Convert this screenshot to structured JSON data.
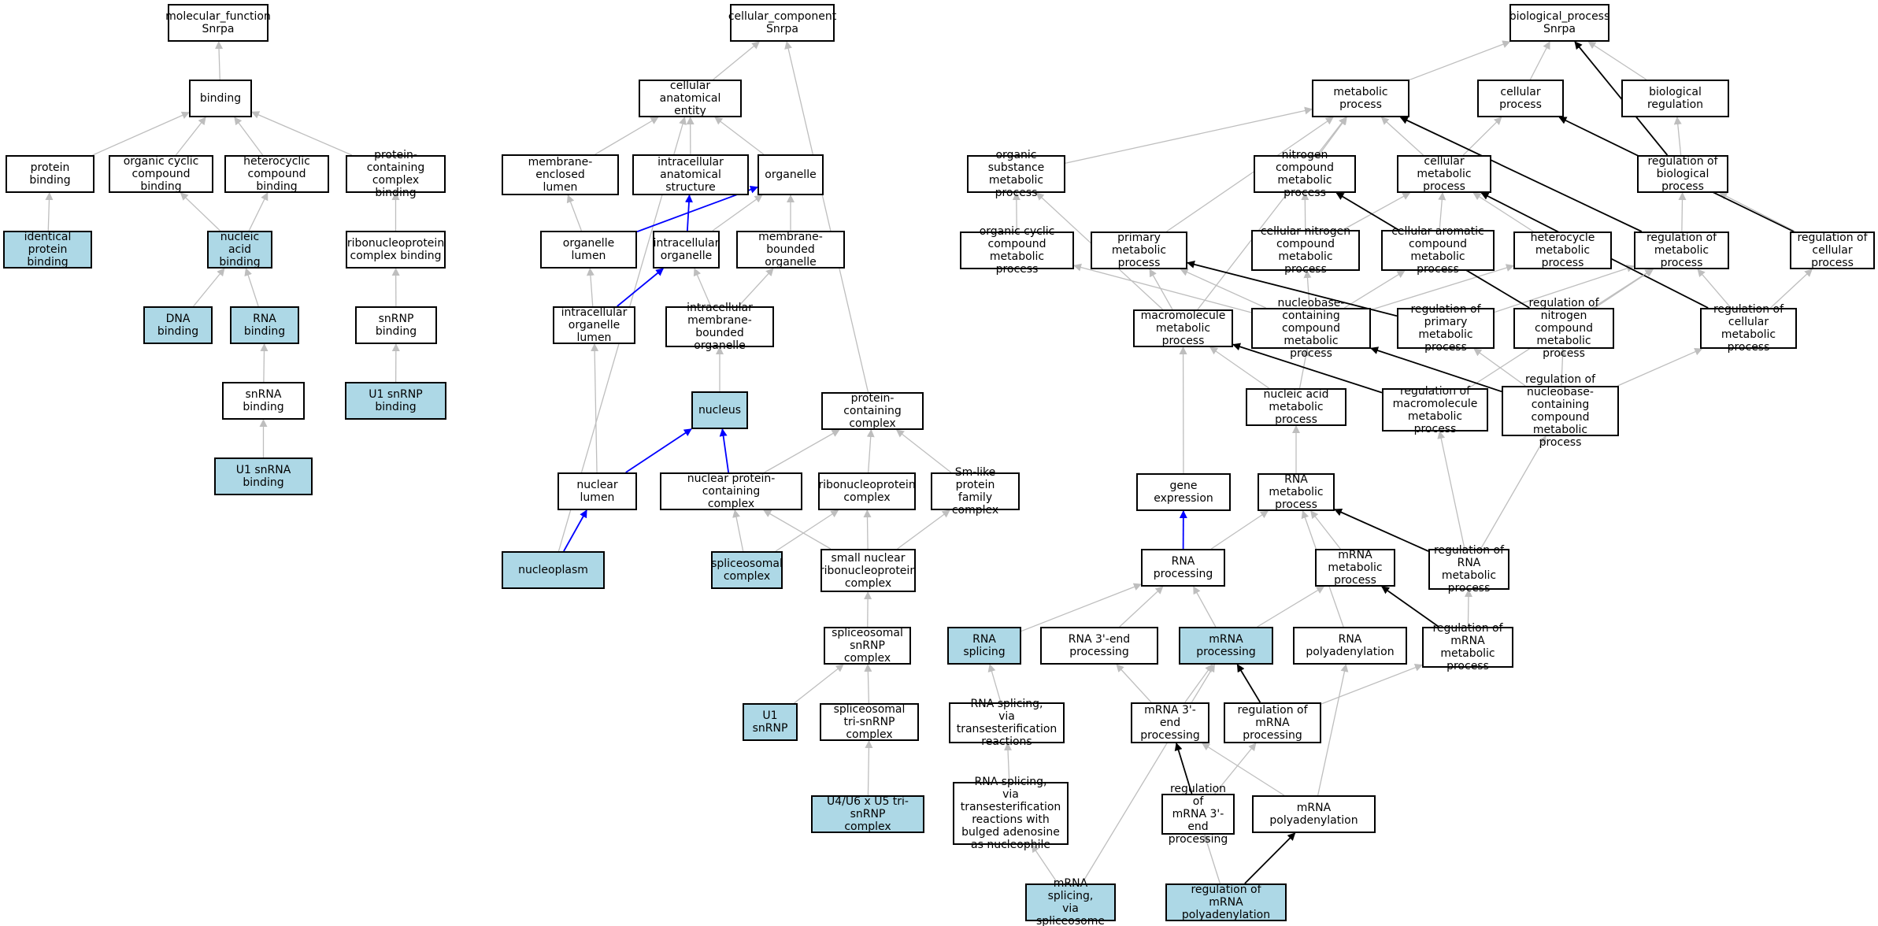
{
  "colors": {
    "highlight": "#add8e6",
    "edge_default": "#bebebe",
    "edge_part_of": "#0000ff",
    "edge_regulates": "#000000"
  },
  "nodes": [
    {
      "id": "mf",
      "label": "molecular_function\nSnrpa",
      "hl": false
    },
    {
      "id": "binding",
      "label": "binding",
      "hl": false
    },
    {
      "id": "protbind",
      "label": "protein binding",
      "hl": false
    },
    {
      "id": "orgcyc",
      "label": "organic cyclic\ncompound binding",
      "hl": false
    },
    {
      "id": "hetcyc",
      "label": "heterocyclic\ncompound binding",
      "hl": false
    },
    {
      "id": "pcbind",
      "label": "protein-containing\ncomplex binding",
      "hl": false
    },
    {
      "id": "identbind",
      "label": "identical protein\nbinding",
      "hl": true
    },
    {
      "id": "nabind",
      "label": "nucleic acid\nbinding",
      "hl": true
    },
    {
      "id": "rnpbind",
      "label": "ribonucleoprotein\ncomplex binding",
      "hl": false
    },
    {
      "id": "dnabind",
      "label": "DNA binding",
      "hl": true
    },
    {
      "id": "rnabind",
      "label": "RNA binding",
      "hl": true
    },
    {
      "id": "snrnpbind",
      "label": "snRNP binding",
      "hl": false
    },
    {
      "id": "snrnabind",
      "label": "snRNA binding",
      "hl": false
    },
    {
      "id": "u1snrnpbind",
      "label": "U1 snRNP binding",
      "hl": true
    },
    {
      "id": "u1snrnabind",
      "label": "U1 snRNA binding",
      "hl": true
    },
    {
      "id": "cc",
      "label": "cellular_component\nSnrpa",
      "hl": false
    },
    {
      "id": "cae",
      "label": "cellular anatomical\nentity",
      "hl": false
    },
    {
      "id": "memenc",
      "label": "membrane-enclosed\nlumen",
      "hl": false
    },
    {
      "id": "intraanat",
      "label": "intracellular\nanatomical structure",
      "hl": false
    },
    {
      "id": "organelle",
      "label": "organelle",
      "hl": false
    },
    {
      "id": "orglumen",
      "label": "organelle lumen",
      "hl": false
    },
    {
      "id": "intraorg",
      "label": "intracellular\norganelle",
      "hl": false
    },
    {
      "id": "membound",
      "label": "membrane-bounded\norganelle",
      "hl": false
    },
    {
      "id": "intraorglumen",
      "label": "intracellular\norganelle lumen",
      "hl": false
    },
    {
      "id": "intramembound",
      "label": "intracellular\nmembrane-bounded\norganelle",
      "hl": false
    },
    {
      "id": "nucleus",
      "label": "nucleus",
      "hl": true
    },
    {
      "id": "pcc",
      "label": "protein-containing\ncomplex",
      "hl": false
    },
    {
      "id": "nuclumen",
      "label": "nuclear lumen",
      "hl": false
    },
    {
      "id": "nucpcc",
      "label": "nuclear protein-containing\ncomplex",
      "hl": false
    },
    {
      "id": "rnpc",
      "label": "ribonucleoprotein\ncomplex",
      "hl": false
    },
    {
      "id": "smlike",
      "label": "Sm-like protein\nfamily complex",
      "hl": false
    },
    {
      "id": "nucleoplasm",
      "label": "nucleoplasm",
      "hl": true
    },
    {
      "id": "spliceosomal",
      "label": "spliceosomal\ncomplex",
      "hl": true
    },
    {
      "id": "snrnp",
      "label": "small nuclear\nribonucleoprotein\ncomplex",
      "hl": false
    },
    {
      "id": "spsnrnp",
      "label": "spliceosomal\nsnRNP complex",
      "hl": false
    },
    {
      "id": "u1snrnp",
      "label": "U1 snRNP",
      "hl": true
    },
    {
      "id": "trisnrnp",
      "label": "spliceosomal\ntri-snRNP complex",
      "hl": false
    },
    {
      "id": "u4u6",
      "label": "U4/U6 x U5 tri-snRNP\ncomplex",
      "hl": true
    },
    {
      "id": "bp",
      "label": "biological_process\nSnrpa",
      "hl": false
    },
    {
      "id": "metproc",
      "label": "metabolic process",
      "hl": false
    },
    {
      "id": "cellproc",
      "label": "cellular process",
      "hl": false
    },
    {
      "id": "bioreg",
      "label": "biological regulation",
      "hl": false
    },
    {
      "id": "orgsub",
      "label": "organic substance\nmetabolic process",
      "hl": false
    },
    {
      "id": "nitro",
      "label": "nitrogen compound\nmetabolic process",
      "hl": false
    },
    {
      "id": "cellmet",
      "label": "cellular metabolic\nprocess",
      "hl": false
    },
    {
      "id": "regbio",
      "label": "regulation of\nbiological process",
      "hl": false
    },
    {
      "id": "orgcycmet",
      "label": "organic cyclic\ncompound metabolic\nprocess",
      "hl": false
    },
    {
      "id": "primet",
      "label": "primary metabolic\nprocess",
      "hl": false
    },
    {
      "id": "cellnitro",
      "label": "cellular nitrogen\ncompound metabolic\nprocess",
      "hl": false
    },
    {
      "id": "cellarom",
      "label": "cellular aromatic\ncompound metabolic\nprocess",
      "hl": false
    },
    {
      "id": "hetmet",
      "label": "heterocycle\nmetabolic process",
      "hl": false
    },
    {
      "id": "regmet",
      "label": "regulation of\nmetabolic process",
      "hl": false
    },
    {
      "id": "regcell",
      "label": "regulation of\ncellular process",
      "hl": false
    },
    {
      "id": "macromet",
      "label": "macromolecule\nmetabolic process",
      "hl": false
    },
    {
      "id": "nucbase",
      "label": "nucleobase-containing\ncompound metabolic\nprocess",
      "hl": false
    },
    {
      "id": "regprim",
      "label": "regulation of\nprimary metabolic\nprocess",
      "hl": false
    },
    {
      "id": "regnitro",
      "label": "regulation of\nnitrogen compound\nmetabolic process",
      "hl": false
    },
    {
      "id": "regcellmet",
      "label": "regulation of\ncellular metabolic\nprocess",
      "hl": false
    },
    {
      "id": "nucacid",
      "label": "nucleic acid\nmetabolic process",
      "hl": false
    },
    {
      "id": "regmacro",
      "label": "regulation of\nmacromolecule\nmetabolic process",
      "hl": false
    },
    {
      "id": "regnucbase",
      "label": "regulation of\nnucleobase-containing\ncompound metabolic\nprocess",
      "hl": false
    },
    {
      "id": "geneexp",
      "label": "gene expression",
      "hl": false
    },
    {
      "id": "rnamet",
      "label": "RNA metabolic\nprocess",
      "hl": false
    },
    {
      "id": "rnaproc",
      "label": "RNA processing",
      "hl": false
    },
    {
      "id": "mrnamet",
      "label": "mRNA metabolic\nprocess",
      "hl": false
    },
    {
      "id": "regrnamet",
      "label": "regulation of\nRNA metabolic\nprocess",
      "hl": false
    },
    {
      "id": "rnasplice",
      "label": "RNA splicing",
      "hl": true
    },
    {
      "id": "rna3",
      "label": "RNA 3'-end processing",
      "hl": false
    },
    {
      "id": "mrnaproc",
      "label": "mRNA processing",
      "hl": true
    },
    {
      "id": "rnapolya",
      "label": "RNA polyadenylation",
      "hl": false
    },
    {
      "id": "regmrnamet",
      "label": "regulation of\nmRNA metabolic\nprocess",
      "hl": false
    },
    {
      "id": "rnasplicetrans",
      "label": "RNA splicing,\nvia transesterification\nreactions",
      "hl": false
    },
    {
      "id": "mrna3",
      "label": "mRNA 3'-end\nprocessing",
      "hl": false
    },
    {
      "id": "regmrnaproc",
      "label": "regulation of\nmRNA processing",
      "hl": false
    },
    {
      "id": "rnasplicebulged",
      "label": "RNA splicing,\nvia transesterification\nreactions with\nbulged adenosine\nas nucleophile",
      "hl": false
    },
    {
      "id": "regmrna3",
      "label": "regulation of\nmRNA 3'-end\nprocessing",
      "hl": false
    },
    {
      "id": "mrnapolya",
      "label": "mRNA polyadenylation",
      "hl": false
    },
    {
      "id": "mrnasplice",
      "label": "mRNA splicing,\nvia spliceosome",
      "hl": true
    },
    {
      "id": "regmrnapolya",
      "label": "regulation of\nmRNA polyadenylation",
      "hl": true
    }
  ],
  "edges": [
    [
      "binding",
      "mf",
      "is_a"
    ],
    [
      "protbind",
      "binding",
      "is_a"
    ],
    [
      "orgcyc",
      "binding",
      "is_a"
    ],
    [
      "hetcyc",
      "binding",
      "is_a"
    ],
    [
      "pcbind",
      "binding",
      "is_a"
    ],
    [
      "identbind",
      "protbind",
      "is_a"
    ],
    [
      "nabind",
      "orgcyc",
      "is_a"
    ],
    [
      "nabind",
      "hetcyc",
      "is_a"
    ],
    [
      "rnpbind",
      "pcbind",
      "is_a"
    ],
    [
      "dnabind",
      "nabind",
      "is_a"
    ],
    [
      "rnabind",
      "nabind",
      "is_a"
    ],
    [
      "snrnpbind",
      "rnpbind",
      "is_a"
    ],
    [
      "snrnabind",
      "rnabind",
      "is_a"
    ],
    [
      "u1snrnpbind",
      "snrnpbind",
      "is_a"
    ],
    [
      "u1snrnabind",
      "snrnabind",
      "is_a"
    ],
    [
      "cae",
      "cc",
      "is_a"
    ],
    [
      "pcc",
      "cc",
      "is_a"
    ],
    [
      "memenc",
      "cae",
      "is_a"
    ],
    [
      "intraanat",
      "cae",
      "is_a"
    ],
    [
      "organelle",
      "cae",
      "is_a"
    ],
    [
      "nucleoplasm",
      "cae",
      "is_a"
    ],
    [
      "orglumen",
      "memenc",
      "is_a"
    ],
    [
      "orglumen",
      "organelle",
      "part_of"
    ],
    [
      "intraorg",
      "organelle",
      "is_a"
    ],
    [
      "intraorg",
      "intraanat",
      "part_of"
    ],
    [
      "membound",
      "organelle",
      "is_a"
    ],
    [
      "intraorglumen",
      "orglumen",
      "is_a"
    ],
    [
      "intraorglumen",
      "intraorg",
      "part_of"
    ],
    [
      "intramembound",
      "intraorg",
      "is_a"
    ],
    [
      "intramembound",
      "membound",
      "is_a"
    ],
    [
      "nucleus",
      "intramembound",
      "is_a"
    ],
    [
      "nuclumen",
      "intraorglumen",
      "is_a"
    ],
    [
      "nuclumen",
      "nucleus",
      "part_of"
    ],
    [
      "nucpcc",
      "nucleus",
      "part_of"
    ],
    [
      "nucpcc",
      "pcc",
      "is_a"
    ],
    [
      "rnpc",
      "pcc",
      "is_a"
    ],
    [
      "smlike",
      "pcc",
      "is_a"
    ],
    [
      "nucleoplasm",
      "nuclumen",
      "part_of"
    ],
    [
      "spliceosomal",
      "nucpcc",
      "is_a"
    ],
    [
      "spliceosomal",
      "rnpc",
      "is_a"
    ],
    [
      "snrnp",
      "nucpcc",
      "is_a"
    ],
    [
      "snrnp",
      "rnpc",
      "is_a"
    ],
    [
      "snrnp",
      "smlike",
      "is_a"
    ],
    [
      "spsnrnp",
      "snrnp",
      "is_a"
    ],
    [
      "u1snrnp",
      "spsnrnp",
      "is_a"
    ],
    [
      "trisnrnp",
      "spsnrnp",
      "is_a"
    ],
    [
      "u4u6",
      "trisnrnp",
      "is_a"
    ],
    [
      "metproc",
      "bp",
      "is_a"
    ],
    [
      "cellproc",
      "bp",
      "is_a"
    ],
    [
      "bioreg",
      "bp",
      "is_a"
    ],
    [
      "orgsub",
      "metproc",
      "is_a"
    ],
    [
      "nitro",
      "metproc",
      "is_a"
    ],
    [
      "cellmet",
      "metproc",
      "is_a"
    ],
    [
      "cellmet",
      "cellproc",
      "is_a"
    ],
    [
      "regbio",
      "bioreg",
      "is_a"
    ],
    [
      "regbio",
      "bp",
      "regulates"
    ],
    [
      "primet",
      "metproc",
      "is_a"
    ],
    [
      "orgcycmet",
      "orgsub",
      "is_a"
    ],
    [
      "cellnitro",
      "nitro",
      "is_a"
    ],
    [
      "cellnitro",
      "cellmet",
      "is_a"
    ],
    [
      "cellarom",
      "cellmet",
      "is_a"
    ],
    [
      "hetmet",
      "cellmet",
      "is_a"
    ],
    [
      "regmet",
      "regbio",
      "is_a"
    ],
    [
      "regmet",
      "metproc",
      "regulates"
    ],
    [
      "regcell",
      "regbio",
      "is_a"
    ],
    [
      "regcell",
      "cellproc",
      "regulates"
    ],
    [
      "macromet",
      "orgsub",
      "is_a"
    ],
    [
      "macromet",
      "primet",
      "is_a"
    ],
    [
      "macromet",
      "metproc",
      "is_a"
    ],
    [
      "nucbase",
      "orgcycmet",
      "is_a"
    ],
    [
      "nucbase",
      "cellnitro",
      "is_a"
    ],
    [
      "nucbase",
      "cellarom",
      "is_a"
    ],
    [
      "nucbase",
      "hetmet",
      "is_a"
    ],
    [
      "nucbase",
      "primet",
      "is_a"
    ],
    [
      "regprim",
      "regmet",
      "is_a"
    ],
    [
      "regprim",
      "primet",
      "regulates"
    ],
    [
      "regnitro",
      "regmet",
      "is_a"
    ],
    [
      "regnitro",
      "nitro",
      "regulates"
    ],
    [
      "regcellmet",
      "regmet",
      "is_a"
    ],
    [
      "regcellmet",
      "regcell",
      "is_a"
    ],
    [
      "regcellmet",
      "cellmet",
      "regulates"
    ],
    [
      "nucacid",
      "macromet",
      "is_a"
    ],
    [
      "nucacid",
      "nucbase",
      "is_a"
    ],
    [
      "regmacro",
      "regmet",
      "is_a"
    ],
    [
      "regmacro",
      "macromet",
      "regulates"
    ],
    [
      "regnucbase",
      "regprim",
      "is_a"
    ],
    [
      "regnucbase",
      "regnitro",
      "is_a"
    ],
    [
      "regnucbase",
      "regcellmet",
      "is_a"
    ],
    [
      "regnucbase",
      "nucbase",
      "regulates"
    ],
    [
      "geneexp",
      "macromet",
      "is_a"
    ],
    [
      "rnamet",
      "nucacid",
      "is_a"
    ],
    [
      "rnaproc",
      "geneexp",
      "part_of"
    ],
    [
      "rnaproc",
      "rnamet",
      "is_a"
    ],
    [
      "mrnamet",
      "rnamet",
      "is_a"
    ],
    [
      "regrnamet",
      "regmacro",
      "is_a"
    ],
    [
      "regrnamet",
      "regnucbase",
      "is_a"
    ],
    [
      "regrnamet",
      "rnamet",
      "regulates"
    ],
    [
      "rnasplice",
      "rnaproc",
      "is_a"
    ],
    [
      "rna3",
      "rnaproc",
      "is_a"
    ],
    [
      "mrnaproc",
      "rnaproc",
      "is_a"
    ],
    [
      "mrnaproc",
      "mrnamet",
      "is_a"
    ],
    [
      "rnapolya",
      "rnamet",
      "is_a"
    ],
    [
      "regmrnamet",
      "regrnamet",
      "is_a"
    ],
    [
      "regmrnamet",
      "mrnamet",
      "regulates"
    ],
    [
      "rnasplicetrans",
      "rnasplice",
      "is_a"
    ],
    [
      "mrna3",
      "rna3",
      "is_a"
    ],
    [
      "mrna3",
      "mrnaproc",
      "is_a"
    ],
    [
      "regmrnaproc",
      "regmrnamet",
      "is_a"
    ],
    [
      "regmrnaproc",
      "mrnaproc",
      "regulates"
    ],
    [
      "rnasplicebulged",
      "rnasplicetrans",
      "is_a"
    ],
    [
      "regmrna3",
      "regmrnaproc",
      "is_a"
    ],
    [
      "regmrna3",
      "mrna3",
      "regulates"
    ],
    [
      "mrnapolya",
      "mrna3",
      "is_a"
    ],
    [
      "mrnapolya",
      "rnapolya",
      "is_a"
    ],
    [
      "mrnasplice",
      "rnasplicebulged",
      "is_a"
    ],
    [
      "mrnasplice",
      "mrnaproc",
      "is_a"
    ],
    [
      "regmrnapolya",
      "regmrna3",
      "is_a"
    ],
    [
      "regmrnapolya",
      "mrnapolya",
      "regulates"
    ]
  ]
}
